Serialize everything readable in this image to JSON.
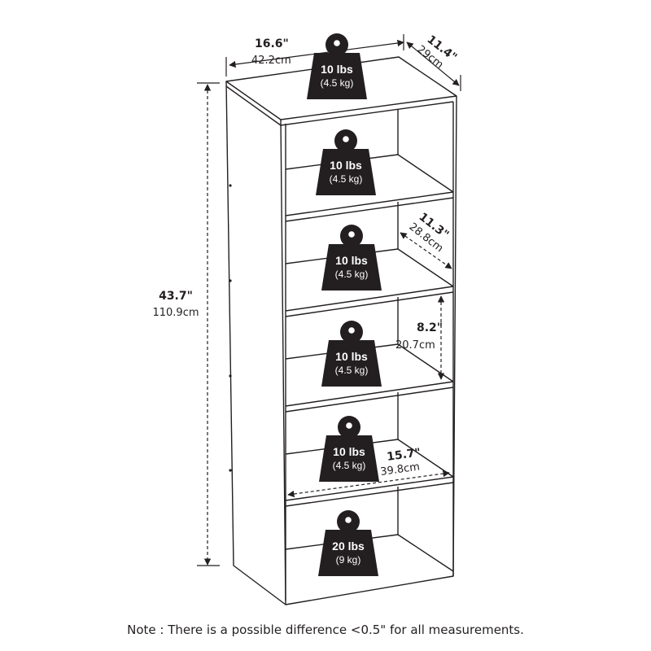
{
  "dimensions": {
    "width": {
      "imperial": "16.6\"",
      "metric": "42.2cm"
    },
    "depth": {
      "imperial": "11.4\"",
      "metric": "29cm"
    },
    "height": {
      "imperial": "43.7\"",
      "metric": "110.9cm"
    },
    "shelf_depth": {
      "imperial": "11.3\"",
      "metric": "28.8cm"
    },
    "shelf_height": {
      "imperial": "8.2\"",
      "metric": "20.7cm"
    },
    "shelf_width": {
      "imperial": "15.7\"",
      "metric": "39.8cm"
    }
  },
  "weights": [
    {
      "lbs": "10 lbs",
      "kg": "(4.5 kg)"
    },
    {
      "lbs": "10 lbs",
      "kg": "(4.5 kg)"
    },
    {
      "lbs": "10 lbs",
      "kg": "(4.5 kg)"
    },
    {
      "lbs": "10 lbs",
      "kg": "(4.5 kg)"
    },
    {
      "lbs": "10 lbs",
      "kg": "(4.5 kg)"
    },
    {
      "lbs": "20 lbs",
      "kg": "(9 kg)"
    }
  ],
  "note": "Note : There is a possible difference <0.5\" for all measurements.",
  "colors": {
    "line": "#231f20",
    "weight_fill": "#231f20",
    "background": "#ffffff"
  }
}
